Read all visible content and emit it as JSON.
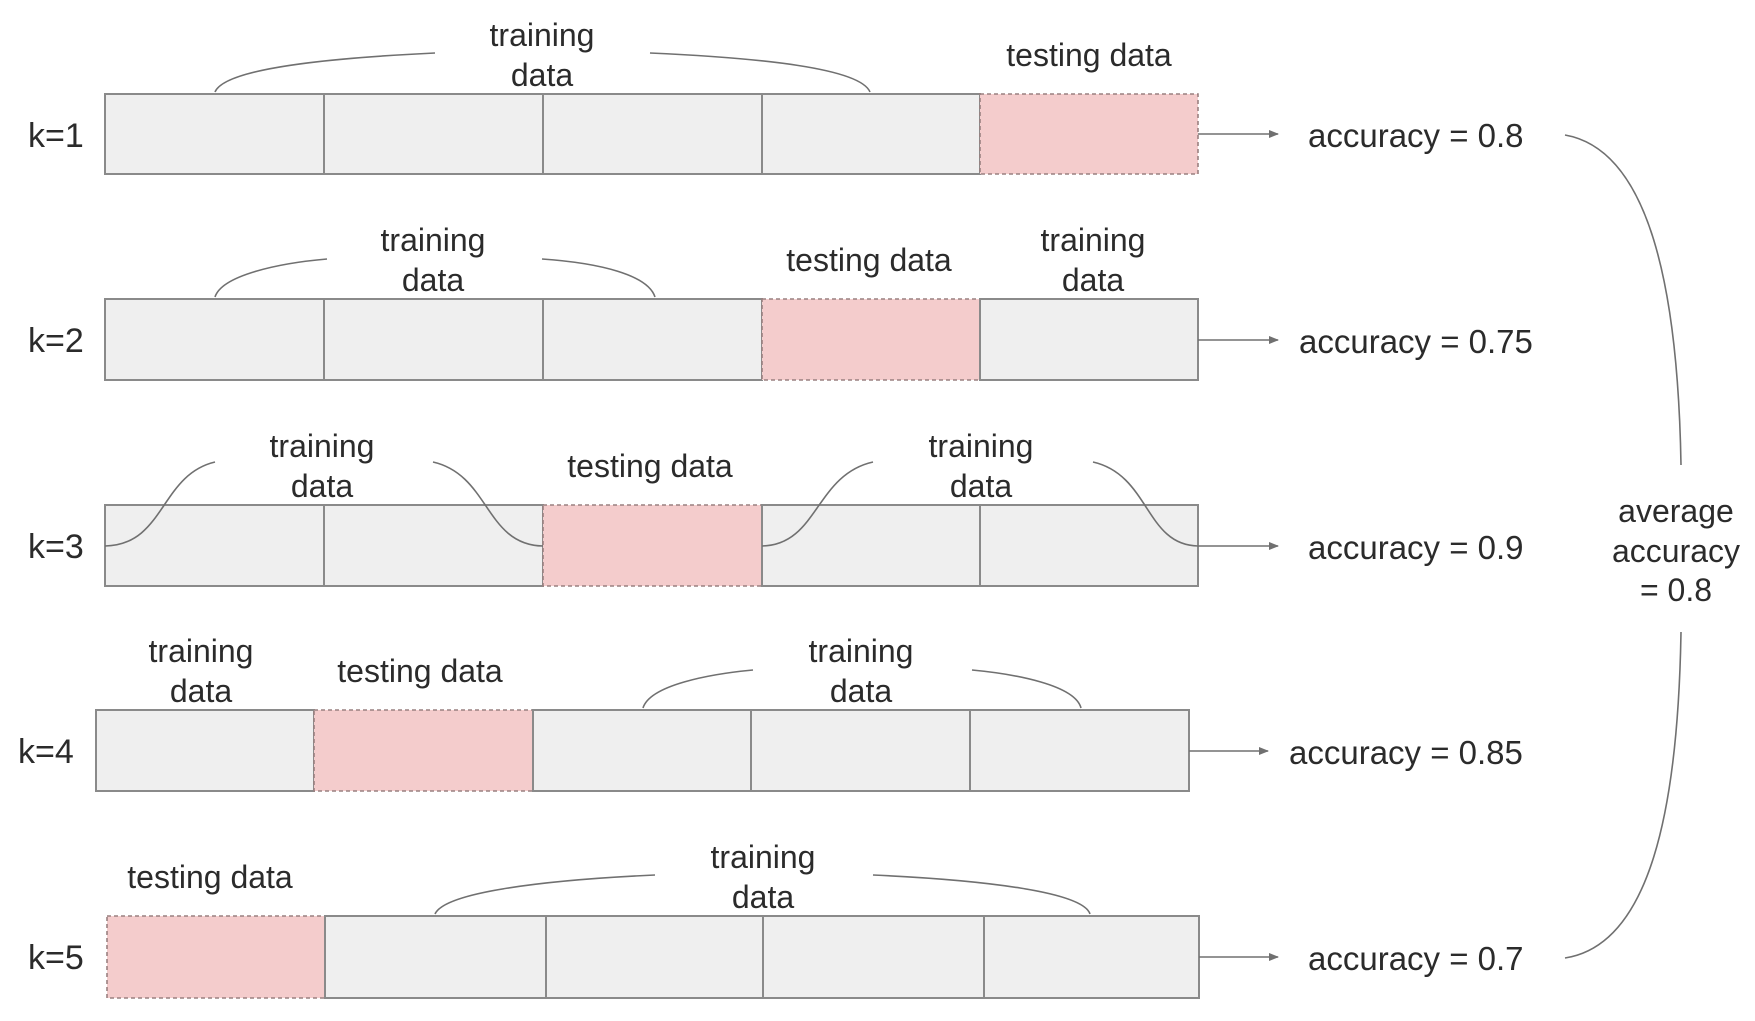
{
  "diagram": {
    "title": "",
    "colors": {
      "training_fill": "#efefef",
      "testing_fill": "#f4cccc",
      "border": "#8a8a8a",
      "line": "#707070",
      "text": "#2b2b2b"
    },
    "folds": [
      {
        "label": "k=1",
        "segments": [
          "train",
          "train",
          "train",
          "train",
          "test"
        ],
        "group_labels": [
          {
            "kind": "train",
            "lines": [
              "training",
              "data"
            ]
          },
          {
            "kind": "test",
            "lines": [
              "testing data"
            ]
          }
        ],
        "accuracy_label": "accuracy = 0.8",
        "accuracy": 0.8
      },
      {
        "label": "k=2",
        "segments": [
          "train",
          "train",
          "train",
          "test",
          "train"
        ],
        "group_labels": [
          {
            "kind": "train",
            "lines": [
              "training",
              "data"
            ]
          },
          {
            "kind": "test",
            "lines": [
              "testing data"
            ]
          },
          {
            "kind": "train",
            "lines": [
              "training",
              "data"
            ]
          }
        ],
        "accuracy_label": "accuracy = 0.75",
        "accuracy": 0.75
      },
      {
        "label": "k=3",
        "segments": [
          "train",
          "train",
          "test",
          "train",
          "train"
        ],
        "group_labels": [
          {
            "kind": "train",
            "lines": [
              "training",
              "data"
            ]
          },
          {
            "kind": "test",
            "lines": [
              "testing data"
            ]
          },
          {
            "kind": "train",
            "lines": [
              "training",
              "data"
            ]
          }
        ],
        "accuracy_label": "accuracy = 0.9",
        "accuracy": 0.9
      },
      {
        "label": "k=4",
        "segments": [
          "train",
          "test",
          "train",
          "train",
          "train"
        ],
        "group_labels": [
          {
            "kind": "train",
            "lines": [
              "training",
              "data"
            ]
          },
          {
            "kind": "test",
            "lines": [
              "testing data"
            ]
          },
          {
            "kind": "train",
            "lines": [
              "training",
              "data"
            ]
          }
        ],
        "accuracy_label": "accuracy = 0.85",
        "accuracy": 0.85
      },
      {
        "label": "k=5",
        "segments": [
          "test",
          "train",
          "train",
          "train",
          "train"
        ],
        "group_labels": [
          {
            "kind": "test",
            "lines": [
              "testing data"
            ]
          },
          {
            "kind": "train",
            "lines": [
              "training",
              "data"
            ]
          }
        ],
        "accuracy_label": "accuracy = 0.7",
        "accuracy": 0.7
      }
    ],
    "average": {
      "lines": [
        "average",
        "accuracy",
        "= 0.8"
      ],
      "value": 0.8
    }
  }
}
